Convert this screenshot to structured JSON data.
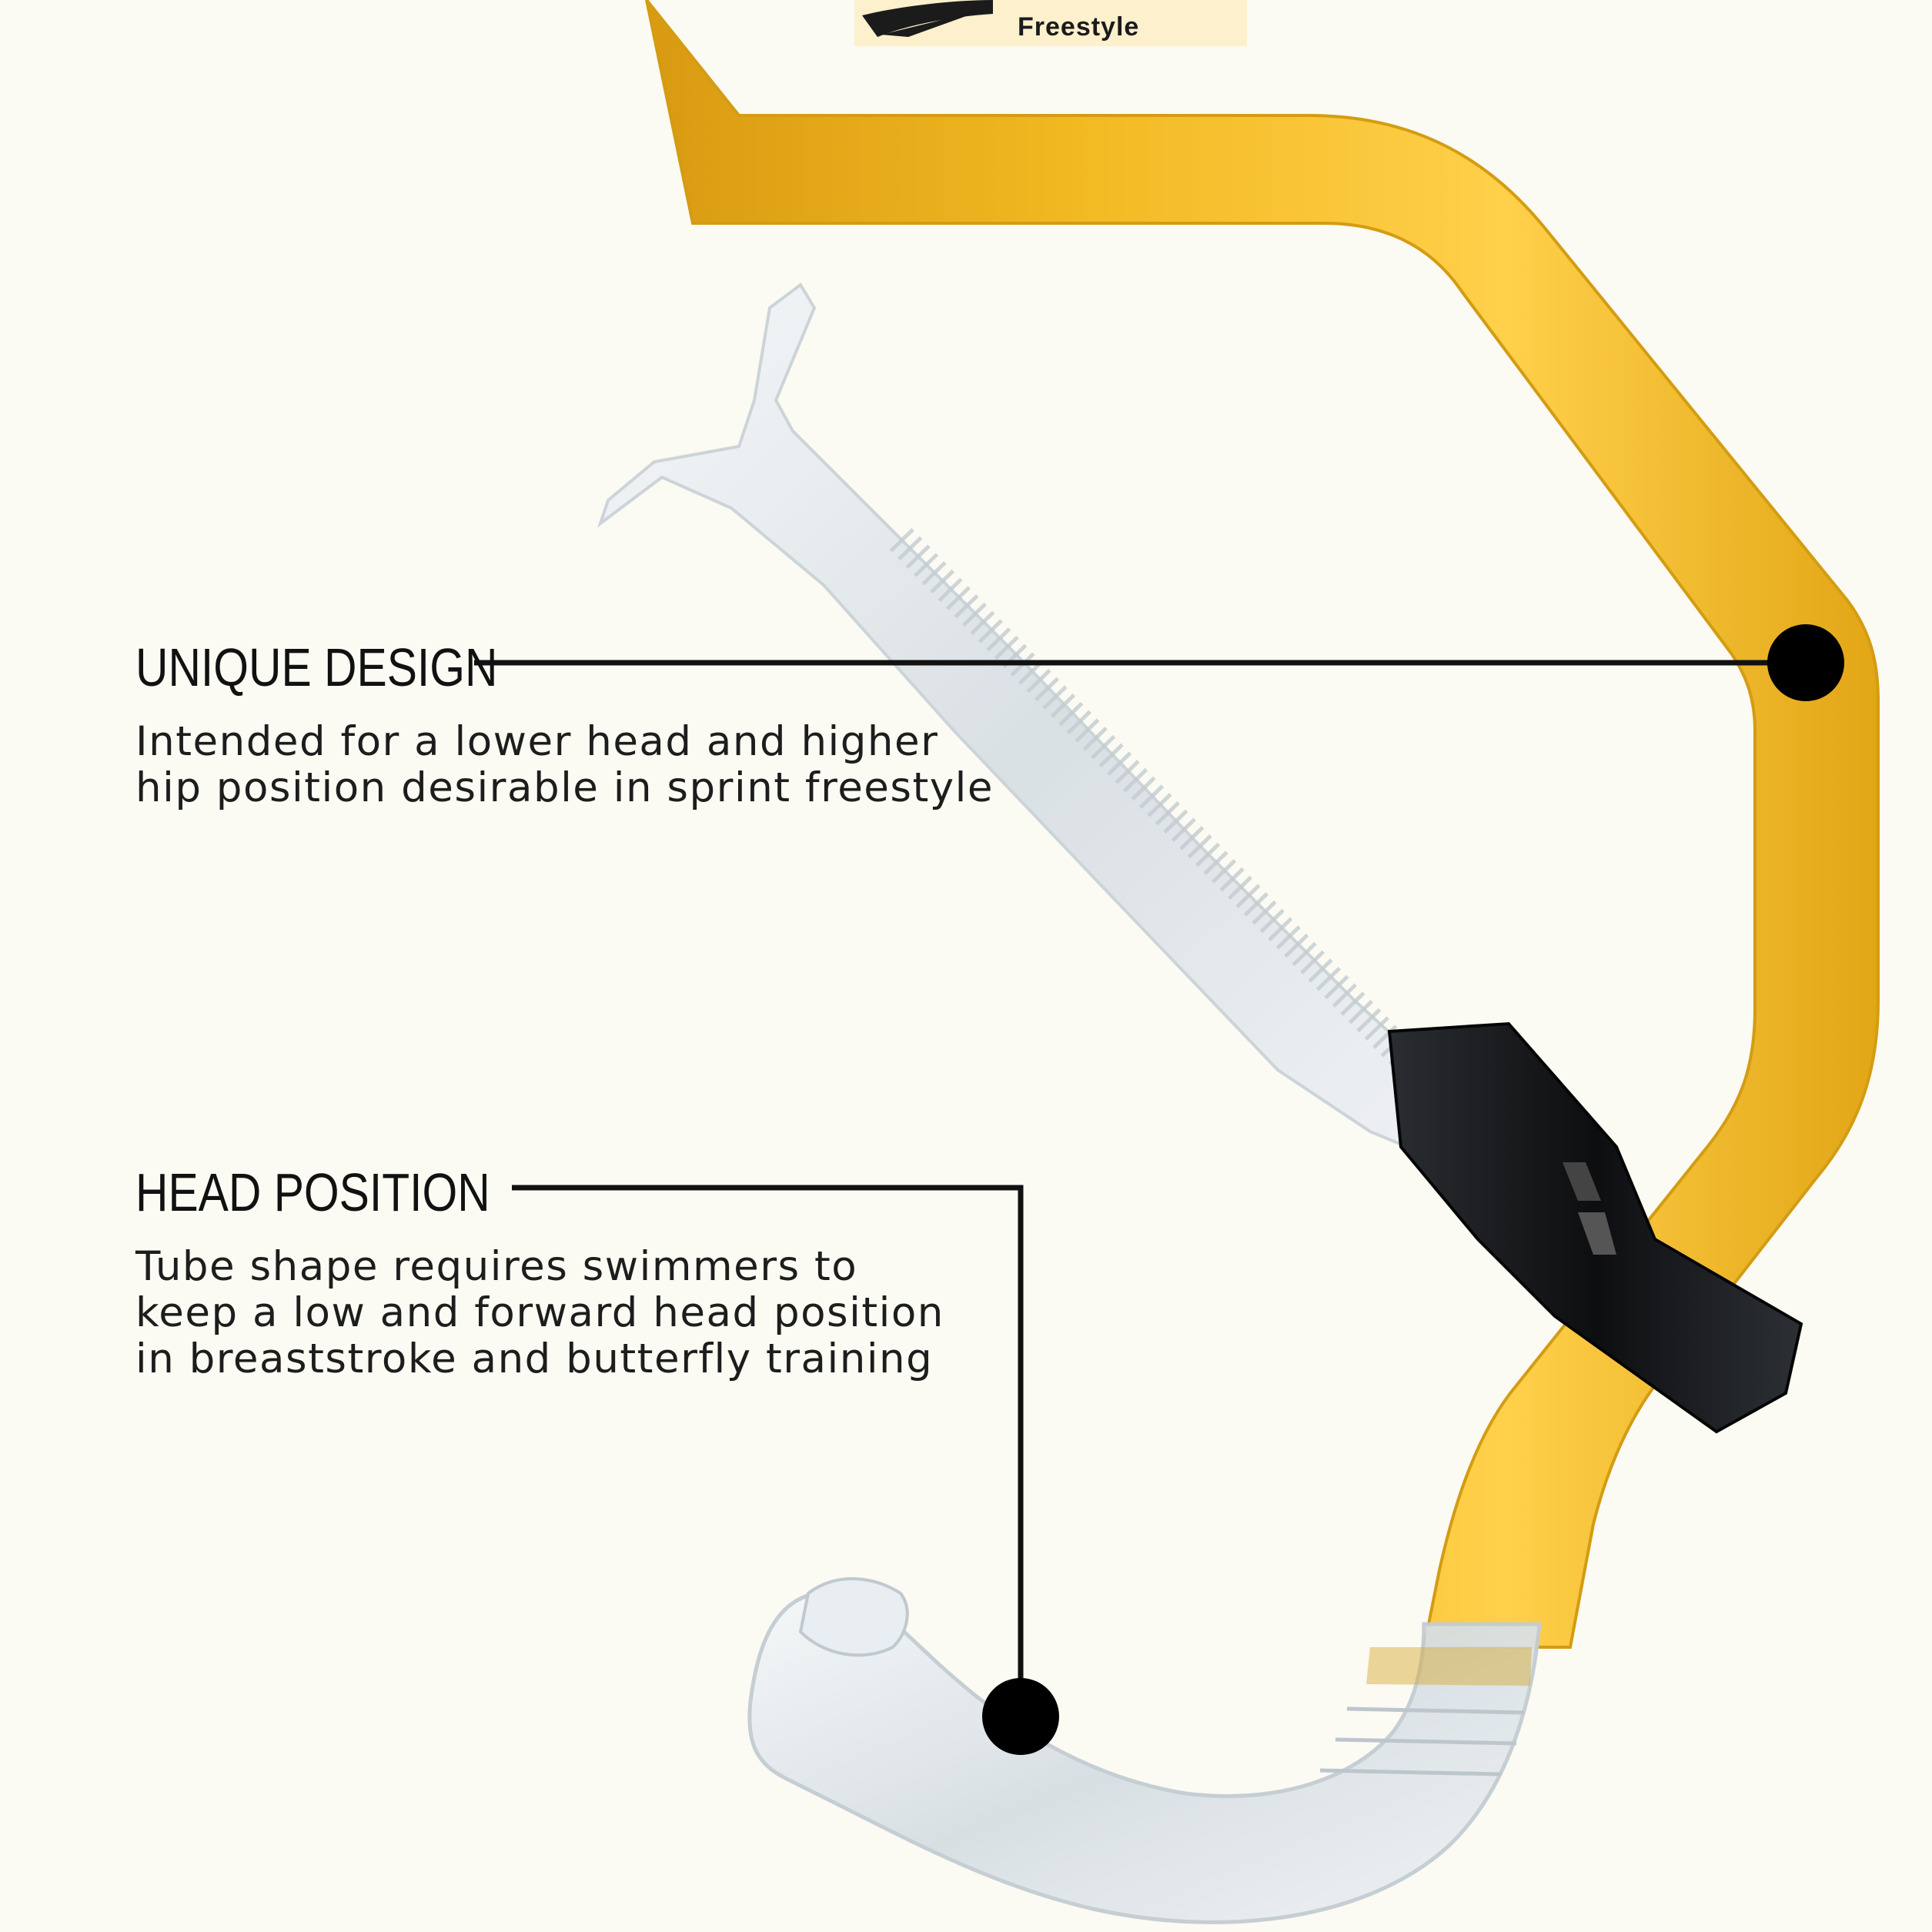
{
  "product": {
    "brand_text": "Freestyle",
    "colors": {
      "background": "#fbfaf3",
      "tube_yellow": "#f0b51e",
      "clamp_black": "#151515",
      "clear_plastic": "#dfe6ea",
      "callout_line": "#111111"
    }
  },
  "callouts": [
    {
      "title": "UNIQUE DESIGN",
      "lines": [
        "Intended for a lower head and higher",
        "hip position desirable in sprint freestyle"
      ]
    },
    {
      "title": "HEAD POSITION",
      "lines": [
        "Tube shape requires swimmers to",
        "keep a low and forward head position",
        "in breaststroke and butterfly training"
      ]
    }
  ]
}
